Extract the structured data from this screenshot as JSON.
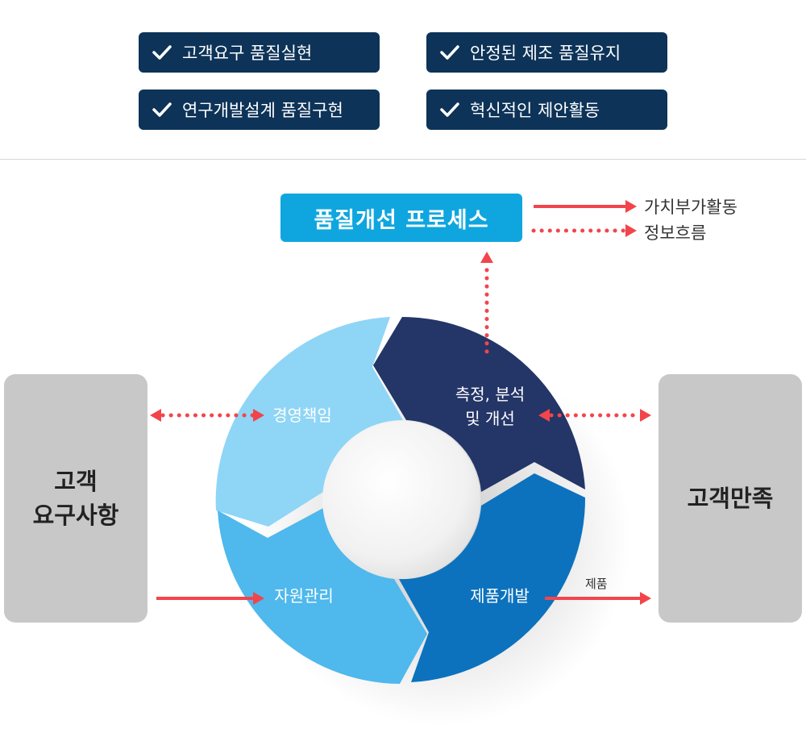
{
  "goals": [
    {
      "label": "고객요구 품질실현"
    },
    {
      "label": "안정된 제조 품질유지"
    },
    {
      "label": "연구개발설계 품질구현"
    },
    {
      "label": "혁신적인 제안활동"
    }
  ],
  "process_title": "품질개선 프로세스",
  "legend": {
    "value_added": "가치부가활동",
    "info_flow": "정보흐름"
  },
  "left_box": {
    "line1": "고객",
    "line2": "요구사항"
  },
  "right_box": "고객만족",
  "segments": {
    "management": "경영책임",
    "measure_line1": "측정, 분석",
    "measure_line2": "및 개선",
    "resource": "자원관리",
    "product": "제품개발"
  },
  "product_arrow_label": "제품",
  "colors": {
    "goal_bg": "#0d3358",
    "title_bg": "#0fa6df",
    "arrow": "#f2454b",
    "seg_light": "#8fd5f6",
    "seg_mid": "#4fb8ec",
    "seg_dark_blue": "#0c72bd",
    "seg_navy": "#243567",
    "side_box": "#c8c8c8"
  }
}
